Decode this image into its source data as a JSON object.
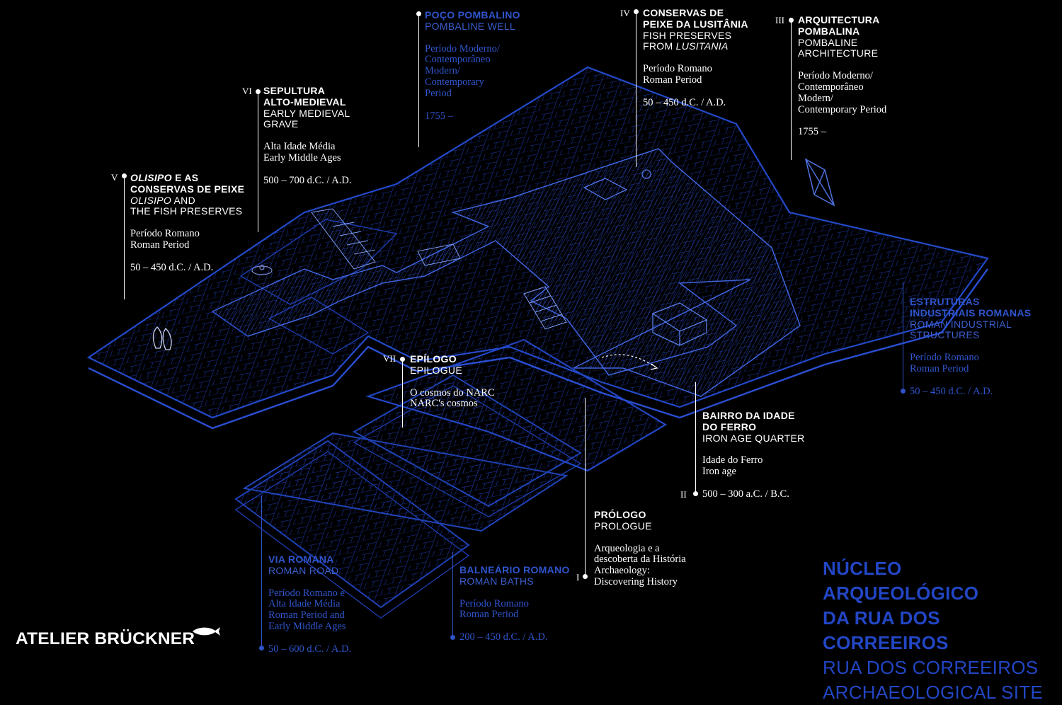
{
  "site_title": {
    "line1": "NÚCLEO ARQUEOLÓGICO",
    "line2": "DA RUA DOS CORREEIROS",
    "line3": "RUA DOS CORREEIROS",
    "line4": "ARCHAEOLOGICAL SITE"
  },
  "logo": {
    "text": "ATELIER BRÜCKNER"
  },
  "labels": {
    "poco": {
      "t1": "POÇO POMBALINO",
      "t2": "POMBALINE WELL",
      "p1": "Período Moderno/",
      "p2": "Contemporâneo",
      "p3": "Modern/",
      "p4": "Contemporary",
      "p5": "Period",
      "date": "1755 –"
    },
    "conservas": {
      "num": "IV",
      "t1a": "CONSERVAS DE",
      "t1b": "PEIXE DA LUSITÂNIA",
      "t2a": "FISH PRESERVES",
      "t2b": "FROM ",
      "t2c": "LUSITANIA",
      "p1": "Período Romano",
      "p2": "Roman Period",
      "date": "50 – 450 d.C. / A.D."
    },
    "arquitectura": {
      "num": "III",
      "t1a": "ARQUITECTURA",
      "t1b": "POMBALINA",
      "t2a": "POMBALINE",
      "t2b": "ARCHITECTURE",
      "p1": "Período Moderno/",
      "p2": "Contemporâneo",
      "p3": "Modern/",
      "p4": "Contemporary Period",
      "date": "1755 –"
    },
    "sepultura": {
      "num": "VI",
      "t1a": "SEPULTURA",
      "t1b": "ALTO-MEDIEVAL",
      "t2a": "EARLY MEDIEVAL",
      "t2b": "GRAVE",
      "p1": "Alta Idade Média",
      "p2": "Early Middle Ages",
      "date": "500 – 700 d.C. / A.D."
    },
    "olisipo": {
      "num": "V",
      "t1a": "OLISIPO",
      "t1b": " E AS",
      "t1c": "CONSERVAS DE PEIXE",
      "t2a": "OLISIPO",
      "t2b": " AND",
      "t2c": "THE FISH PRESERVES",
      "p1": "Período Romano",
      "p2": "Roman Period",
      "date": "50 – 450 d.C. / A.D."
    },
    "estruturas": {
      "t1a": "ESTRUTURAS",
      "t1b": "INDUSTRIAIS ROMANAS",
      "t2a": "ROMAN INDUSTRIAL",
      "t2b": "STRUCTURES",
      "p1": "Período Romano",
      "p2": "Roman Period",
      "date": "50 – 450 d.C. / A.D."
    },
    "epilogo": {
      "num": "VII",
      "t1": "EPÍLOGO",
      "t2": "EPILOGUE",
      "p1": "O cosmos do NARC",
      "p2": "NARC's cosmos"
    },
    "bairro": {
      "num": "II",
      "t1a": "BAIRRO DA IDADE",
      "t1b": "DO FERRO",
      "t2": "IRON AGE QUARTER",
      "p1": "Idade do Ferro",
      "p2": "Iron age",
      "date": "500 – 300 a.C. / B.C."
    },
    "prologo": {
      "num": "I",
      "t1": "PRÓLOGO",
      "t2": "PROLOGUE",
      "p1": "Arqueologia e a",
      "p2": "descoberta da História",
      "p3": "Archaeology:",
      "p4": "Discovering History"
    },
    "via": {
      "t1": "VIA ROMANA",
      "t2": "ROMAN ROAD",
      "p1": "Período Romano e",
      "p2": "Alta Idade Média",
      "p3": "Roman Period and",
      "p4": "Early Middle Ages",
      "date": "50 – 600 d.C. / A.D."
    },
    "balneario": {
      "t1": "BALNEÁRIO ROMANO",
      "t2": "ROMAN BATHS",
      "p1": "Período Romano",
      "p2": "Roman Period",
      "date": "200 – 450 d.C. / A.D."
    }
  },
  "colors": {
    "background": "#000000",
    "plan_line": "#1f3fb0",
    "walkway": "#2a4bc4",
    "accent_text": "#2246c4",
    "label_text": "#ffffff"
  }
}
